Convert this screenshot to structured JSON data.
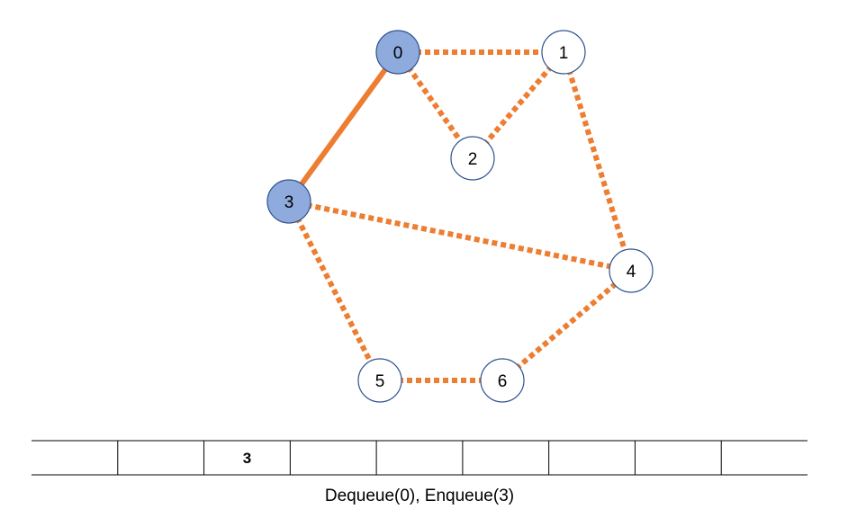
{
  "colors": {
    "edge": "#ed7d31",
    "visited_fill": "#8faadc",
    "unvisited_fill": "#ffffff",
    "node_stroke": "#2f528f",
    "text": "#000000",
    "queue_line": "#000000"
  },
  "graph": {
    "nodes": [
      {
        "id": "0",
        "label": "0",
        "state": "visited"
      },
      {
        "id": "1",
        "label": "1",
        "state": "unvisited"
      },
      {
        "id": "2",
        "label": "2",
        "state": "unvisited"
      },
      {
        "id": "3",
        "label": "3",
        "state": "visited"
      },
      {
        "id": "4",
        "label": "4",
        "state": "unvisited"
      },
      {
        "id": "5",
        "label": "5",
        "state": "unvisited"
      },
      {
        "id": "6",
        "label": "6",
        "state": "unvisited"
      }
    ],
    "edges": [
      {
        "from": "0",
        "to": "1",
        "style": "dotted"
      },
      {
        "from": "0",
        "to": "2",
        "style": "dotted"
      },
      {
        "from": "1",
        "to": "2",
        "style": "dotted"
      },
      {
        "from": "0",
        "to": "3",
        "style": "solid"
      },
      {
        "from": "1",
        "to": "4",
        "style": "dotted"
      },
      {
        "from": "3",
        "to": "4",
        "style": "dotted"
      },
      {
        "from": "3",
        "to": "5",
        "style": "dotted"
      },
      {
        "from": "5",
        "to": "6",
        "style": "dotted"
      },
      {
        "from": "6",
        "to": "4",
        "style": "dotted"
      }
    ]
  },
  "queue": {
    "cells": [
      "",
      "",
      "3",
      "",
      "",
      "",
      "",
      "",
      ""
    ]
  },
  "caption": "Dequeue(0), Enqueue(3)"
}
